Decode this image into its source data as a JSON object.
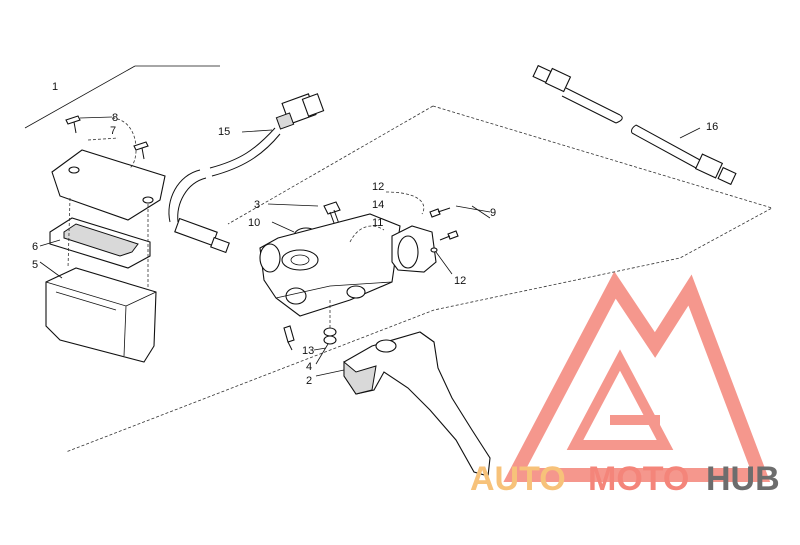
{
  "callouts": [
    "1",
    "2",
    "3",
    "4",
    "5",
    "6",
    "7",
    "8",
    "9",
    "10",
    "11",
    "12",
    "12",
    "13",
    "14",
    "15",
    "16"
  ],
  "watermark": {
    "part1": "AUTO",
    "part2": "MOTO",
    "part3": "HUB",
    "colors": {
      "logo": "#f4857a",
      "auto": "#f7c27a",
      "moto": "#f4857a",
      "hub": "#6d6d6d"
    }
  }
}
